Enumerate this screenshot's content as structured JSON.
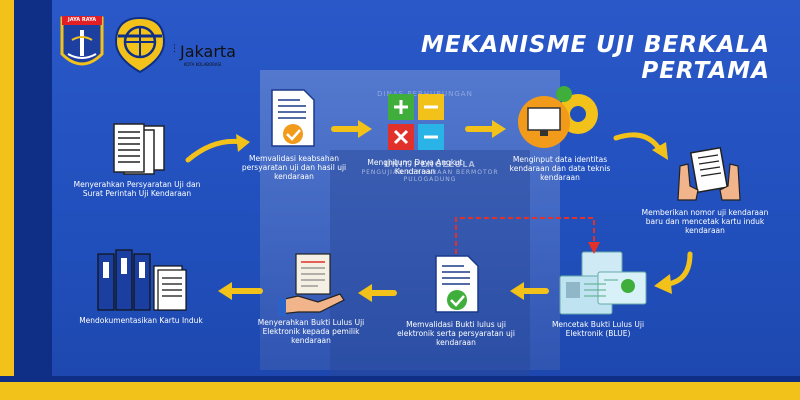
{
  "title": "MEKANISME UJI BERKALA PERTAMA",
  "logos": {
    "dki_text": "JAYA RAYA",
    "jakarta_text": "Jakarta",
    "jakarta_small": "KOTA KOLABORASI"
  },
  "building": {
    "sign_top": "DINAS PERHUBUNGAN",
    "sign_main": "UNIT PENGELOLA",
    "sign_sub": "PENGUJIAN KENDARAAN BERMOTOR",
    "sign_loc": "PULOGADUNG"
  },
  "steps": [
    {
      "id": 1,
      "label": "Menyerahkan Persyaratan Uji dan Surat Perintah Uji Kendaraan",
      "icon": "documents-icon"
    },
    {
      "id": 2,
      "label": "Memvalidasi keabsahan persyaratan uji dan hasil uji kendaraan",
      "icon": "document-check-icon"
    },
    {
      "id": 3,
      "label": "Menghitung Daya Angkut Kendaraan",
      "icon": "calculator-icon"
    },
    {
      "id": 4,
      "label": "Menginput data identitas kendaraan dan data teknis kendaraan",
      "icon": "monitor-gears-icon"
    },
    {
      "id": 5,
      "label": "Memberikan nomor uji kendaraan baru dan mencetak kartu induk kendaraan",
      "icon": "hands-document-icon"
    },
    {
      "id": 6,
      "label": "Mencetak Bukti Lulus Uji Elektronik (BLUE)",
      "icon": "blue-card-icon"
    },
    {
      "id": 7,
      "label": "Memvalidasi Bukti lulus uji elektronik serta persyaratan uji kendaraan",
      "icon": "document-check-icon"
    },
    {
      "id": 8,
      "label": "Menyerahkan Bukti Lulus Uji Elektronik kepada pemilik kendaraan",
      "icon": "hand-document-icon"
    },
    {
      "id": 9,
      "label": "Mendokumentasikan Kartu Induk",
      "icon": "binders-icon"
    }
  ],
  "colors": {
    "accent": "#f2c21b",
    "navy": "#0f2f86",
    "background": "#2150bd",
    "dashed": "#e2302a"
  }
}
